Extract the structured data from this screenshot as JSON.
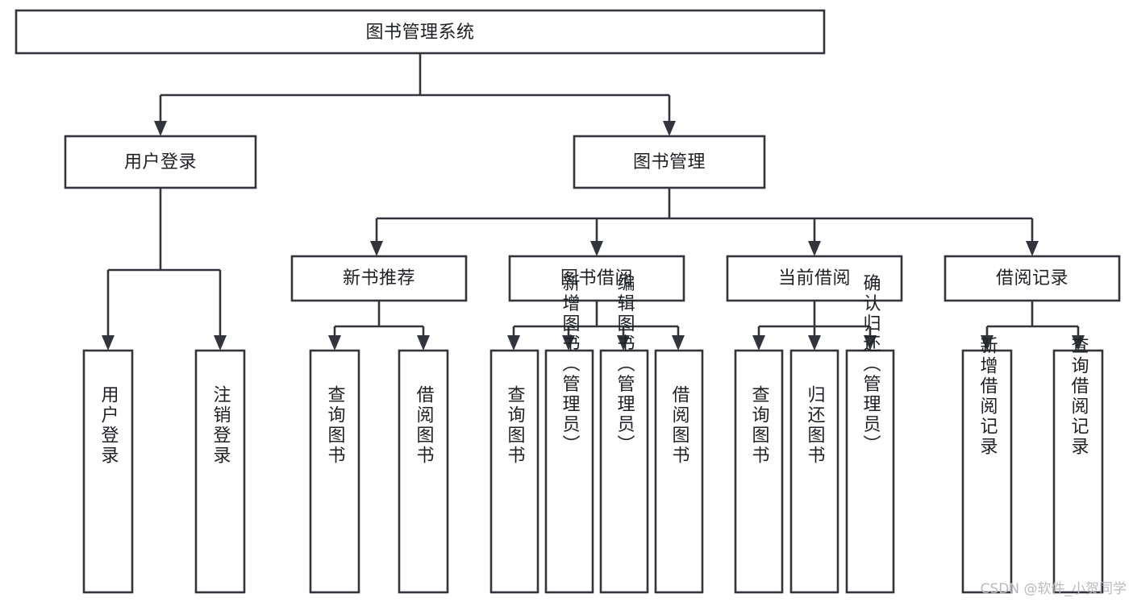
{
  "diagram": {
    "type": "tree-hierarchy",
    "title": "图书管理系统",
    "orientation": "top-down",
    "colors": {
      "box_stroke": "#32363c",
      "box_fill": "#ffffff",
      "text": "#1d2024",
      "connector": "#32363c",
      "watermark": "#b9bbbe",
      "background": "#ffffff"
    },
    "root": {
      "label": "图书管理系统"
    },
    "level2": [
      {
        "label": "用户登录"
      },
      {
        "label": "图书管理"
      }
    ],
    "level3": [
      {
        "label": "新书推荐"
      },
      {
        "label": "图书借阅"
      },
      {
        "label": "当前借阅"
      },
      {
        "label": "借阅记录"
      }
    ],
    "leaves": {
      "user_login": [
        {
          "label": "用户登录"
        },
        {
          "label": "注销登录"
        }
      ],
      "new_book_recommend": [
        {
          "label": "查询图书"
        },
        {
          "label": "借阅图书"
        }
      ],
      "book_borrow": [
        {
          "label": "查询图书"
        },
        {
          "label": "新增图书（管理员）"
        },
        {
          "label": "编辑图书（管理员）"
        },
        {
          "label": "借阅图书"
        }
      ],
      "current_borrow": [
        {
          "label": "查询图书"
        },
        {
          "label": "归还图书"
        },
        {
          "label": "确认归还（管理员）"
        }
      ],
      "borrow_record": [
        {
          "label": "新增借阅记录"
        },
        {
          "label": "查询借阅记录"
        }
      ]
    }
  },
  "watermark": {
    "text": "CSDN @软件_小贺同学"
  }
}
